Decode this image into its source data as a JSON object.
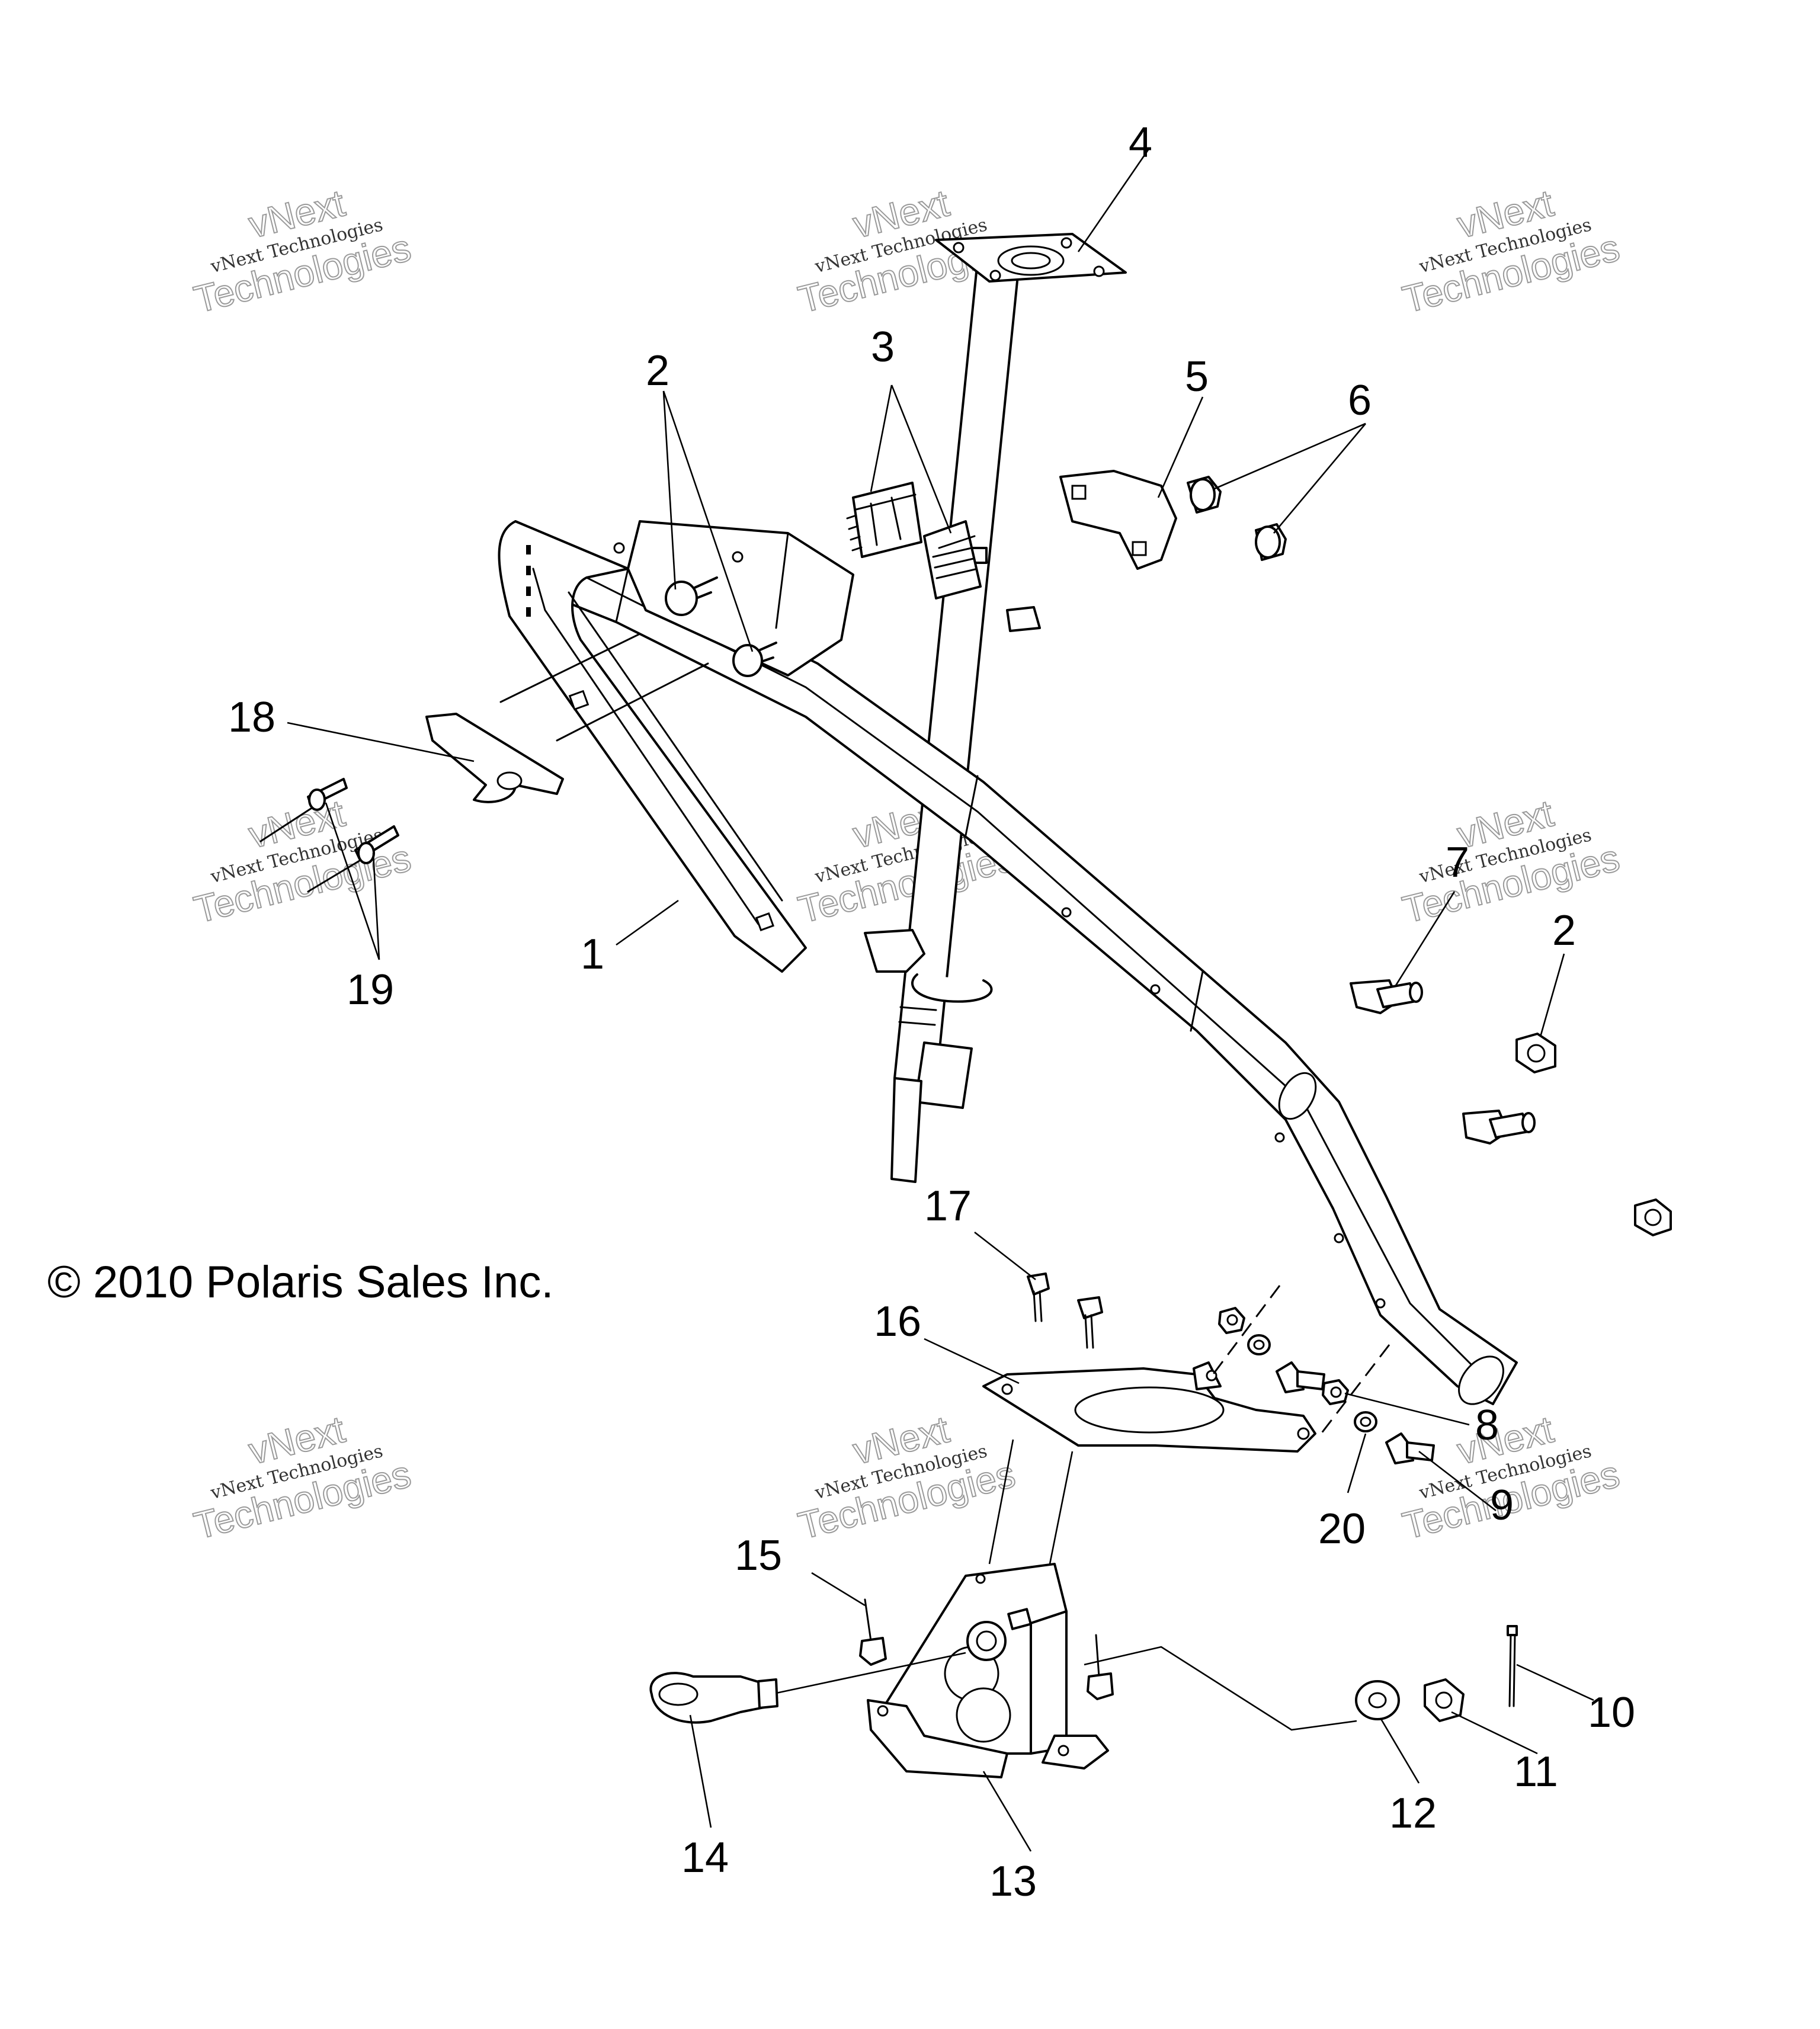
{
  "callouts": [
    "4",
    "3",
    "2",
    "5",
    "6",
    "18",
    "19",
    "1",
    "7",
    "2",
    "17",
    "16",
    "8",
    "20",
    "9",
    "15",
    "10",
    "11",
    "12",
    "14",
    "13"
  ],
  "copyright": "© 2010 Polaris Sales Inc.",
  "watermark": {
    "small_text": "vNext Technologies",
    "big_top": "vNext",
    "big_bottom": "Technologies"
  }
}
